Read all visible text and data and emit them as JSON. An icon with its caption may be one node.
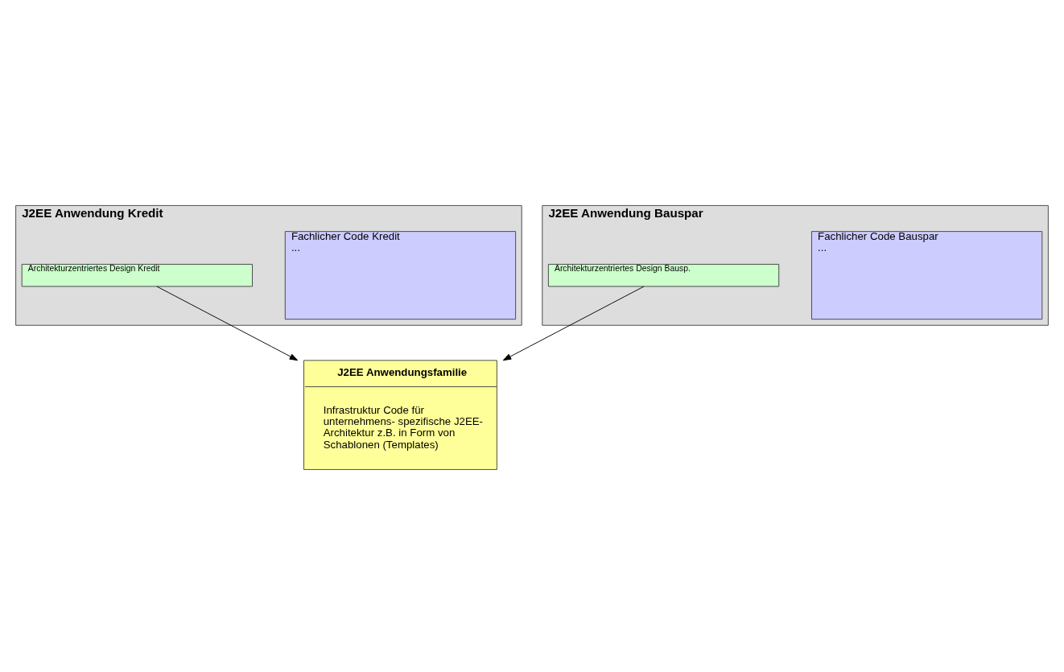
{
  "diagram": {
    "nodes": [
      {
        "text": [
          "J2EE Anwendung Kredit"
        ]
      },
      {
        "text": [
          "Fachlicher Code Kredit",
          "..."
        ],
        "in": 0
      },
      {
        "text": [
          "Architekturzentriertes Design Kredit"
        ],
        "in": 0
      },
      {
        "text": [
          "J2EE Anwendung Bauspar"
        ]
      },
      {
        "text": [
          "Fachlicher Code Bauspar",
          "..."
        ],
        "in": 3
      },
      {
        "text": [
          "Architekturzentriertes Design Bausp."
        ],
        "in": 3
      },
      {
        "text": [
          "J2EE Anwendungsfamilie",
          "Infrastruktur Code für unternehmens- spezifische J2EE-Architektur z.B. in Form von Schablonen (Templates)"
        ]
      }
    ],
    "edges": [
      {
        "from": 2,
        "to": 6,
        "arrow": "to"
      },
      {
        "from": 5,
        "to": 6,
        "arrow": "to"
      }
    ]
  }
}
